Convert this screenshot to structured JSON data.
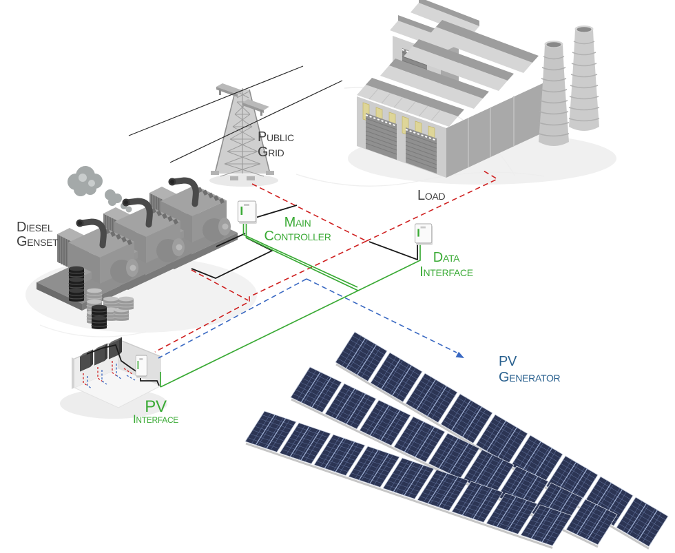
{
  "labels": {
    "public_grid": [
      "Public",
      "Grid"
    ],
    "load": [
      "Load"
    ],
    "diesel_genset": [
      "Diesel",
      "Genset"
    ],
    "main_controller": [
      "Main",
      "Controller"
    ],
    "data_interface": [
      "Data",
      "Interface"
    ],
    "pv_interface": [
      "PV",
      "Interface"
    ],
    "pv_generator": [
      "PV",
      "Generator"
    ]
  },
  "colors": {
    "label_green": "#3aaa35",
    "label_blue": "#2a618f",
    "label_dark": "#3f3f3f",
    "bus_red": "#cf2020",
    "dc_blue": "#3968c2",
    "comm_green": "#3aaa35",
    "cable_black": "#1a1a1a",
    "panel_navy": "#2c3554"
  }
}
